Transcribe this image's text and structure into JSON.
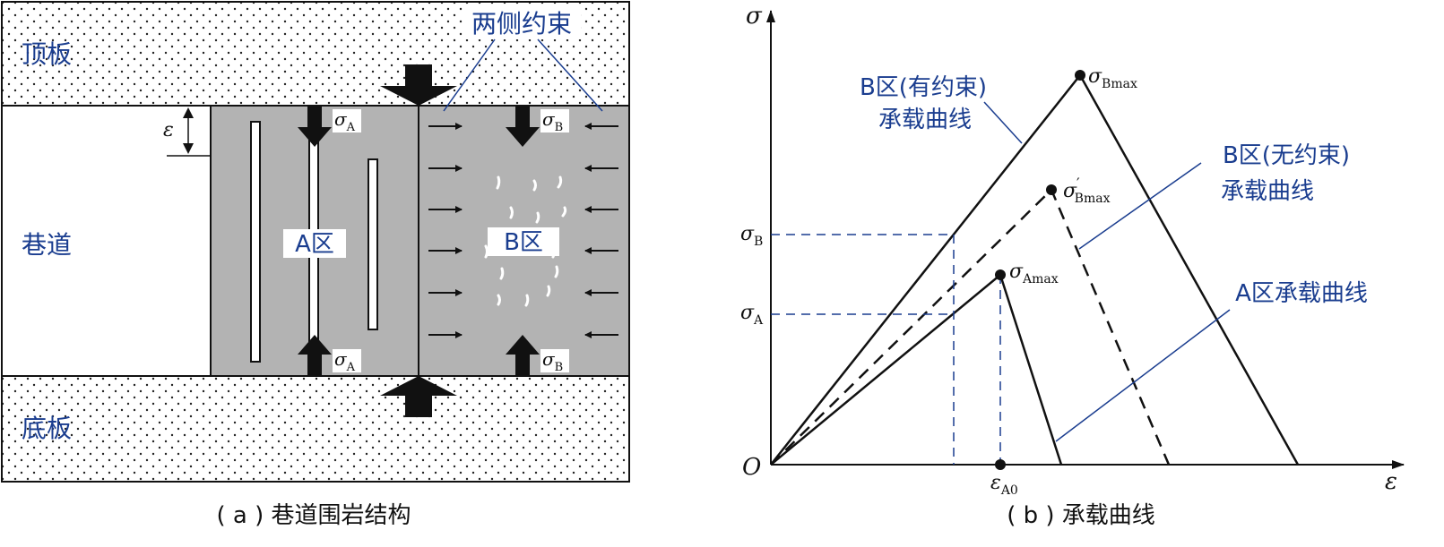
{
  "colors": {
    "label_blue": "#1a3d8f",
    "rock_gray": "#b3b3b3",
    "stroke": "#111111"
  },
  "panel_a": {
    "roof_label": "顶板",
    "floor_label": "底板",
    "tunnel_label": "巷道",
    "constraint_label": "两侧约束",
    "zone_a_label": "A区",
    "zone_b_label": "B区",
    "strain_symbol": "ε",
    "sigma": "σ",
    "sub_a": "A",
    "sub_b": "B",
    "caption": "( a ) 巷道围岩结构"
  },
  "panel_b": {
    "axis_y_label": "σ",
    "axis_x_label": "ε",
    "origin_label": "O",
    "sigma": "σ",
    "tick_sigma_b_sub": "B",
    "tick_sigma_a_sub": "A",
    "peak_b_sub": "Bmax",
    "peak_b_prime_mark": "′",
    "peak_b_prime_sub": "Bmax",
    "peak_a_sub": "Amax",
    "eps_a0_symbol": "ε",
    "eps_a0_sub": "A0",
    "curve_b_constrained_line1": "B区(有约束)",
    "curve_b_constrained_line2": "承载曲线",
    "curve_b_unconstrained_line1": "B区(无约束)",
    "curve_b_unconstrained_line2": "承载曲线",
    "curve_a_label": "A区承载曲线",
    "caption": "( b ) 承载曲线"
  }
}
